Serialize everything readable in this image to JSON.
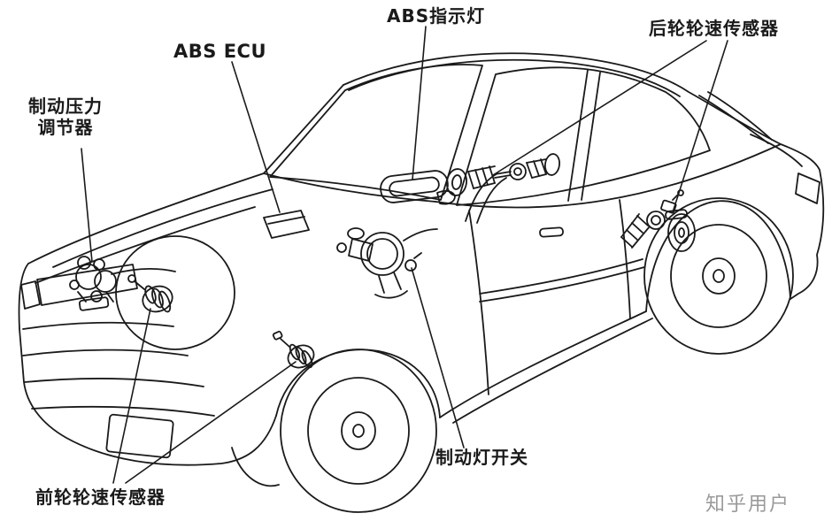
{
  "diagram": {
    "labels": {
      "abs_indicator": "ABS指示灯",
      "rear_wheel_sensor": "后轮轮速传感器",
      "abs_ecu": "ABS ECU",
      "brake_pressure_regulator_line1": "制动压力",
      "brake_pressure_regulator_line2": "调节器",
      "brake_light_switch": "制动灯开关",
      "front_wheel_sensor": "前轮轮速传感器"
    },
    "watermark": "知乎用户",
    "colors": {
      "line": "#1a1a1a",
      "background": "#ffffff",
      "watermark": "#9a9a9a"
    }
  }
}
